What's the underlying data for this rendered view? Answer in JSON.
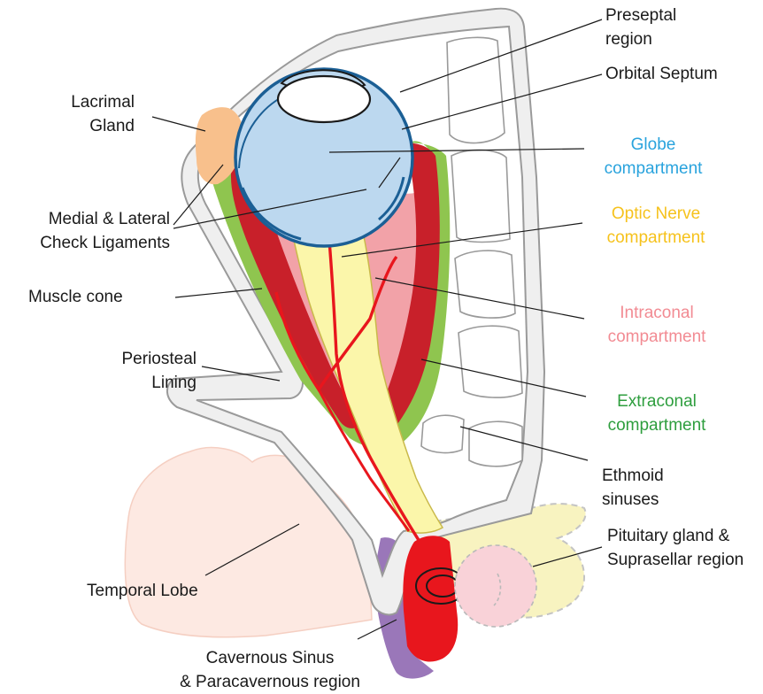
{
  "labels": {
    "preseptal": "Preseptal\nregion",
    "orbital_septum": "Orbital Septum",
    "globe": "Globe\ncompartment",
    "optic_nerve": "Optic Nerve\ncompartment",
    "intraconal": "Intraconal\ncompartment",
    "extraconal": "Extraconal\ncompartment",
    "ethmoid": "Ethmoid\nsinuses",
    "pituitary": "Pituitary gland &\nSuprasellar region",
    "lacrimal": "Lacrimal\nGland",
    "ligaments": "Medial & Lateral\nCheck Ligaments",
    "muscle_cone": "Muscle cone",
    "periosteal": "Periosteal\nLining",
    "temporal": "Temporal Lobe",
    "cavernous": "Cavernous Sinus\n& Paracavernous region"
  },
  "colors": {
    "globe": "#29a3dd",
    "optic_nerve": "#f6c21c",
    "intraconal": "#f28b93",
    "extraconal": "#2e9e3e",
    "text": "#1a1a1a",
    "bone": "#efefef",
    "bone_outline": "#9a9a9a",
    "globe_fill": "#bcd8ef",
    "globe_outline": "#1b5f95",
    "muscle": "#c8202a",
    "intraconal_fill": "#f2a2a8",
    "extraconal_fill": "#8fc54f",
    "nerve_fill": "#fbf6aa",
    "lacrimal_fill": "#f8c08c",
    "temporal_fill": "#fde9e2",
    "pituitary_fill": "#f9d2d8",
    "suprasellar_fill": "#f8f3c0",
    "cavernous_fill": "#9a77b9",
    "vessel": "#e8161d"
  }
}
